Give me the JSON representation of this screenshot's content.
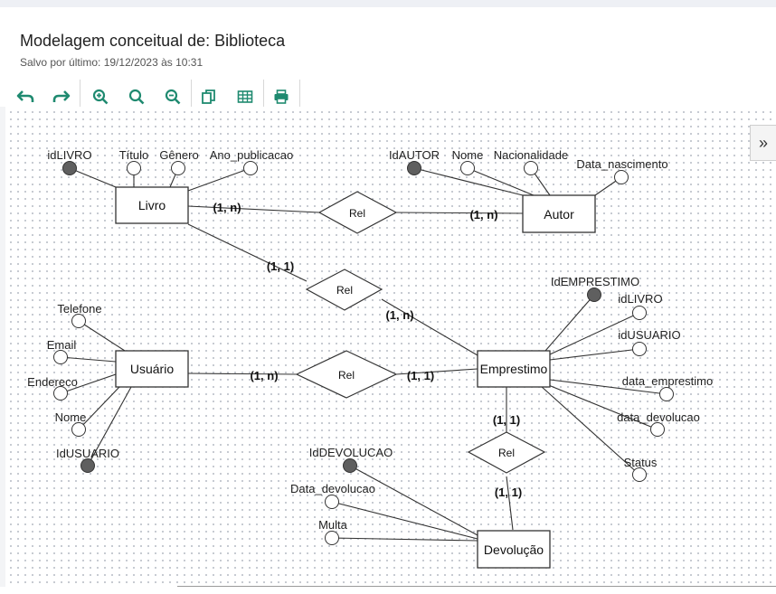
{
  "header": {
    "title": "Modelagem conceitual de: Biblioteca",
    "saved": "Salvo por último: 19/12/2023 às 10:31"
  },
  "toolbar": {
    "icons": [
      "undo-icon",
      "redo-icon",
      "zoom-in-icon",
      "zoom-reset-icon",
      "zoom-out-icon",
      "copy-icon",
      "table-icon",
      "print-icon"
    ]
  },
  "colors": {
    "accent": "#1f8a70",
    "attr_key": "#5f5f5f",
    "line": "#333333"
  },
  "diagram": {
    "entities": {
      "livro": "Livro",
      "autor": "Autor",
      "usuario": "Usuário",
      "emprestimo": "Emprestimo",
      "devolucao": "Devolução"
    },
    "relationships": {
      "r1": "Rel",
      "r2": "Rel",
      "r3": "Rel",
      "r4": "Rel"
    },
    "cardinalities": {
      "livro_r1": "(1, n)",
      "autor_r1": "(1, n)",
      "livro_r2": "(1, 1)",
      "emp_r2": "(1, n)",
      "usuario_r3": "(1, n)",
      "emp_r3": "(1, 1)",
      "emp_r4": "(1, 1)",
      "dev_r4": "(1, 1)"
    },
    "attributes": {
      "livro": [
        "idLIVRO",
        "Título",
        "Gênero",
        "Ano_publicacao"
      ],
      "autor": [
        "IdAUTOR",
        "Nome",
        "Nacionalidade",
        "Data_nascimento"
      ],
      "usuario": [
        "Telefone",
        "Email",
        "Endereco",
        "Nome",
        "IdUSUARIO"
      ],
      "emprestimo": [
        "IdEMPRESTIMO",
        "idLIVRO",
        "idUSUARIO",
        "data_emprestimo",
        "data_devolucao",
        "Status"
      ],
      "devolucao": [
        "IdDEVOLUCAO",
        "Data_devolucao",
        "Multa"
      ]
    }
  }
}
